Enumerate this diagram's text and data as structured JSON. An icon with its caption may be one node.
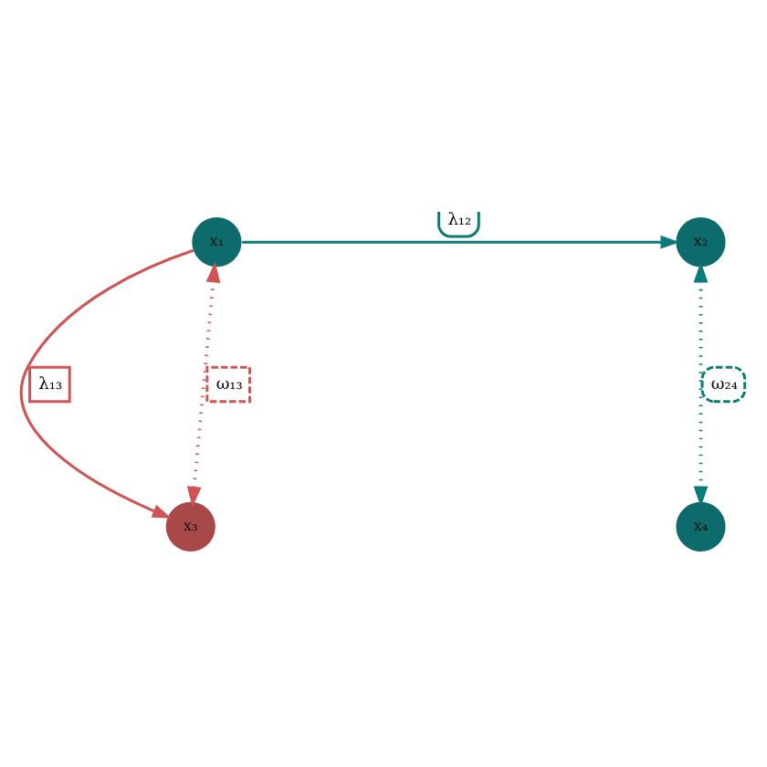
{
  "diagram": {
    "nodes": [
      {
        "text": [
          "x₁"
        ]
      },
      {
        "text": [
          "x₂"
        ]
      },
      {
        "text": [
          "x₃"
        ]
      },
      {
        "text": [
          "x₄"
        ]
      }
    ],
    "edges": [
      {
        "from": 0,
        "to": 1,
        "arrow": "to",
        "label": "λ₁₂"
      },
      {
        "from": 0,
        "to": 2,
        "arrow": "to",
        "label": "λ₁₃",
        "color": "#d05454"
      },
      {
        "from": 0,
        "to": 2,
        "arrow": "both",
        "label": "ω₁₃",
        "style": "dashed",
        "color": "#d05454"
      },
      {
        "from": 1,
        "to": 3,
        "arrow": "both",
        "label": "ω₂₄",
        "style": "dashed"
      }
    ]
  }
}
